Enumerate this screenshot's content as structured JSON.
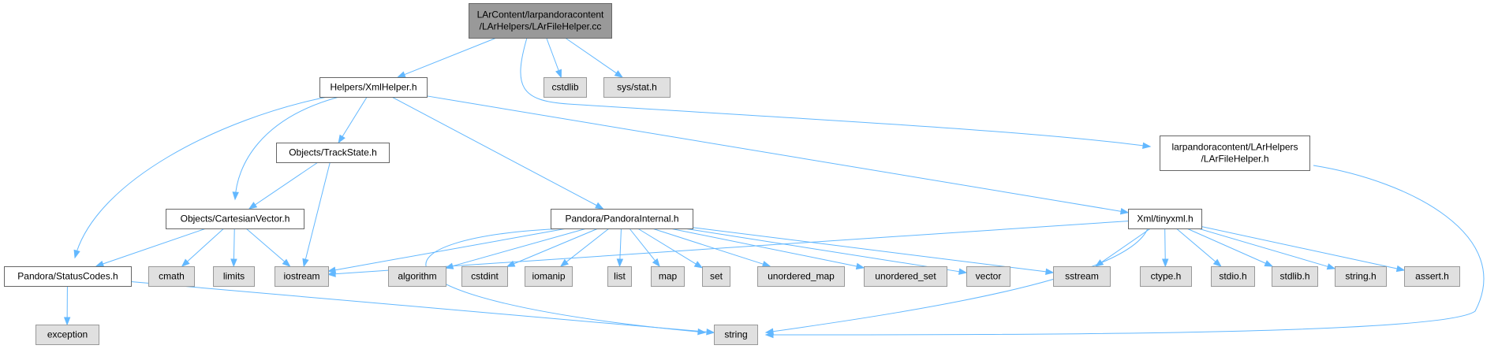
{
  "diagram": {
    "colors": {
      "edge": "#63b8ff",
      "root_fill": "#999999",
      "file_fill": "#ffffff",
      "file_border": "#666666",
      "system_fill": "#e0e0e0",
      "system_border": "#999999"
    },
    "nodes": [
      {
        "id": "root",
        "kind": "root",
        "lines": [
          "LArContent/larpandoracontent",
          "/LArHelpers/LArFileHelper.cc"
        ]
      },
      {
        "id": "xmlhelper",
        "kind": "file",
        "lines": [
          "Helpers/XmlHelper.h"
        ]
      },
      {
        "id": "cstdlib",
        "kind": "sys",
        "lines": [
          "cstdlib"
        ]
      },
      {
        "id": "sysstat",
        "kind": "sys",
        "lines": [
          "sys/stat.h"
        ]
      },
      {
        "id": "larfilehelper",
        "kind": "file",
        "lines": [
          "larpandoracontent/LArHelpers",
          "/LArFileHelper.h"
        ]
      },
      {
        "id": "trackstate",
        "kind": "file",
        "lines": [
          "Objects/TrackState.h"
        ]
      },
      {
        "id": "cartesian",
        "kind": "file",
        "lines": [
          "Objects/CartesianVector.h"
        ]
      },
      {
        "id": "pandorainternal",
        "kind": "file",
        "lines": [
          "Pandora/PandoraInternal.h"
        ]
      },
      {
        "id": "tinyxml",
        "kind": "file",
        "lines": [
          "Xml/tinyxml.h"
        ]
      },
      {
        "id": "statuscodes",
        "kind": "file",
        "lines": [
          "Pandora/StatusCodes.h"
        ]
      },
      {
        "id": "cmath",
        "kind": "sys",
        "lines": [
          "cmath"
        ]
      },
      {
        "id": "limits",
        "kind": "sys",
        "lines": [
          "limits"
        ]
      },
      {
        "id": "iostream",
        "kind": "sys",
        "lines": [
          "iostream"
        ]
      },
      {
        "id": "algorithm",
        "kind": "sys",
        "lines": [
          "algorithm"
        ]
      },
      {
        "id": "cstdint",
        "kind": "sys",
        "lines": [
          "cstdint"
        ]
      },
      {
        "id": "iomanip",
        "kind": "sys",
        "lines": [
          "iomanip"
        ]
      },
      {
        "id": "list",
        "kind": "sys",
        "lines": [
          "list"
        ]
      },
      {
        "id": "map",
        "kind": "sys",
        "lines": [
          "map"
        ]
      },
      {
        "id": "set",
        "kind": "sys",
        "lines": [
          "set"
        ]
      },
      {
        "id": "unordered_map",
        "kind": "sys",
        "lines": [
          "unordered_map"
        ]
      },
      {
        "id": "unordered_set",
        "kind": "sys",
        "lines": [
          "unordered_set"
        ]
      },
      {
        "id": "vector",
        "kind": "sys",
        "lines": [
          "vector"
        ]
      },
      {
        "id": "sstream",
        "kind": "sys",
        "lines": [
          "sstream"
        ]
      },
      {
        "id": "ctype",
        "kind": "sys",
        "lines": [
          "ctype.h"
        ]
      },
      {
        "id": "stdio",
        "kind": "sys",
        "lines": [
          "stdio.h"
        ]
      },
      {
        "id": "stdlib",
        "kind": "sys",
        "lines": [
          "stdlib.h"
        ]
      },
      {
        "id": "stringh",
        "kind": "sys",
        "lines": [
          "string.h"
        ]
      },
      {
        "id": "assert",
        "kind": "sys",
        "lines": [
          "assert.h"
        ]
      },
      {
        "id": "exception",
        "kind": "sys",
        "lines": [
          "exception"
        ]
      },
      {
        "id": "string",
        "kind": "sys",
        "lines": [
          "string"
        ]
      }
    ],
    "edges": [
      [
        "root",
        "xmlhelper"
      ],
      [
        "root",
        "cstdlib"
      ],
      [
        "root",
        "sysstat"
      ],
      [
        "root",
        "larfilehelper"
      ],
      [
        "xmlhelper",
        "statuscodes"
      ],
      [
        "xmlhelper",
        "cartesian"
      ],
      [
        "xmlhelper",
        "trackstate"
      ],
      [
        "xmlhelper",
        "pandorainternal"
      ],
      [
        "xmlhelper",
        "tinyxml"
      ],
      [
        "trackstate",
        "cartesian"
      ],
      [
        "trackstate",
        "iostream"
      ],
      [
        "cartesian",
        "statuscodes"
      ],
      [
        "cartesian",
        "cmath"
      ],
      [
        "cartesian",
        "limits"
      ],
      [
        "cartesian",
        "iostream"
      ],
      [
        "statuscodes",
        "exception"
      ],
      [
        "statuscodes",
        "string"
      ],
      [
        "larfilehelper",
        "string"
      ],
      [
        "pandorainternal",
        "iostream"
      ],
      [
        "pandorainternal",
        "string"
      ],
      [
        "pandorainternal",
        "algorithm"
      ],
      [
        "pandorainternal",
        "cstdint"
      ],
      [
        "pandorainternal",
        "iomanip"
      ],
      [
        "pandorainternal",
        "list"
      ],
      [
        "pandorainternal",
        "map"
      ],
      [
        "pandorainternal",
        "set"
      ],
      [
        "pandorainternal",
        "unordered_map"
      ],
      [
        "pandorainternal",
        "unordered_set"
      ],
      [
        "pandorainternal",
        "vector"
      ],
      [
        "pandorainternal",
        "sstream"
      ],
      [
        "tinyxml",
        "iostream"
      ],
      [
        "tinyxml",
        "sstream"
      ],
      [
        "tinyxml",
        "string"
      ],
      [
        "tinyxml",
        "ctype"
      ],
      [
        "tinyxml",
        "stdio"
      ],
      [
        "tinyxml",
        "stdlib"
      ],
      [
        "tinyxml",
        "stringh"
      ],
      [
        "tinyxml",
        "assert"
      ]
    ]
  }
}
